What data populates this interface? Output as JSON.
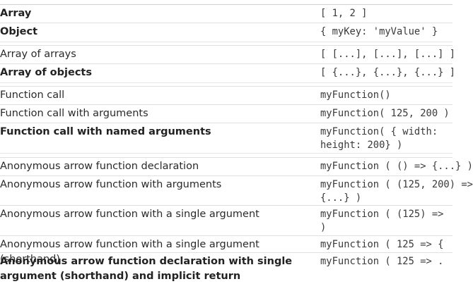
{
  "rows": [
    {
      "label": "Array",
      "code": "[ 1, 2 ]",
      "bold": true
    },
    {
      "label": "Object",
      "code": "{ myKey: 'myValue' }",
      "bold": true
    },
    {
      "label": "Array of arrays",
      "code": "[ [...], [...], [...] ]",
      "bold": false
    },
    {
      "label": "Array of objects",
      "code": "[ {...}, {...}, {...} ]",
      "bold": true
    },
    {
      "label": "Function call",
      "code": "myFunction()",
      "bold": false
    },
    {
      "label": "Function call with arguments",
      "code": "myFunction( 125, 200 )",
      "bold": false
    },
    {
      "label": "Function call with named arguments",
      "code": "myFunction( { width:\nheight: 200} )",
      "bold": true
    },
    {
      "label": "Anonymous arrow function declaration",
      "code": "myFunction ( () => {...} )",
      "bold": false
    },
    {
      "label": "Anonymous arrow function with arguments",
      "code": "myFunction ( (125, 200) =>\n{...} )",
      "bold": false
    },
    {
      "label": "Anonymous arrow function with a single argument",
      "code": "myFunction ( (125) =>\n)",
      "bold": false
    },
    {
      "label": "Anonymous arrow function with a single argument (shorthand)",
      "code": "myFunction ( 125 => {",
      "bold": false
    },
    {
      "label": "Anonymous arrow function declaration with single argument (shorthand) and implicit return",
      "code": "myFunction ( 125 => .",
      "bold": true
    }
  ]
}
